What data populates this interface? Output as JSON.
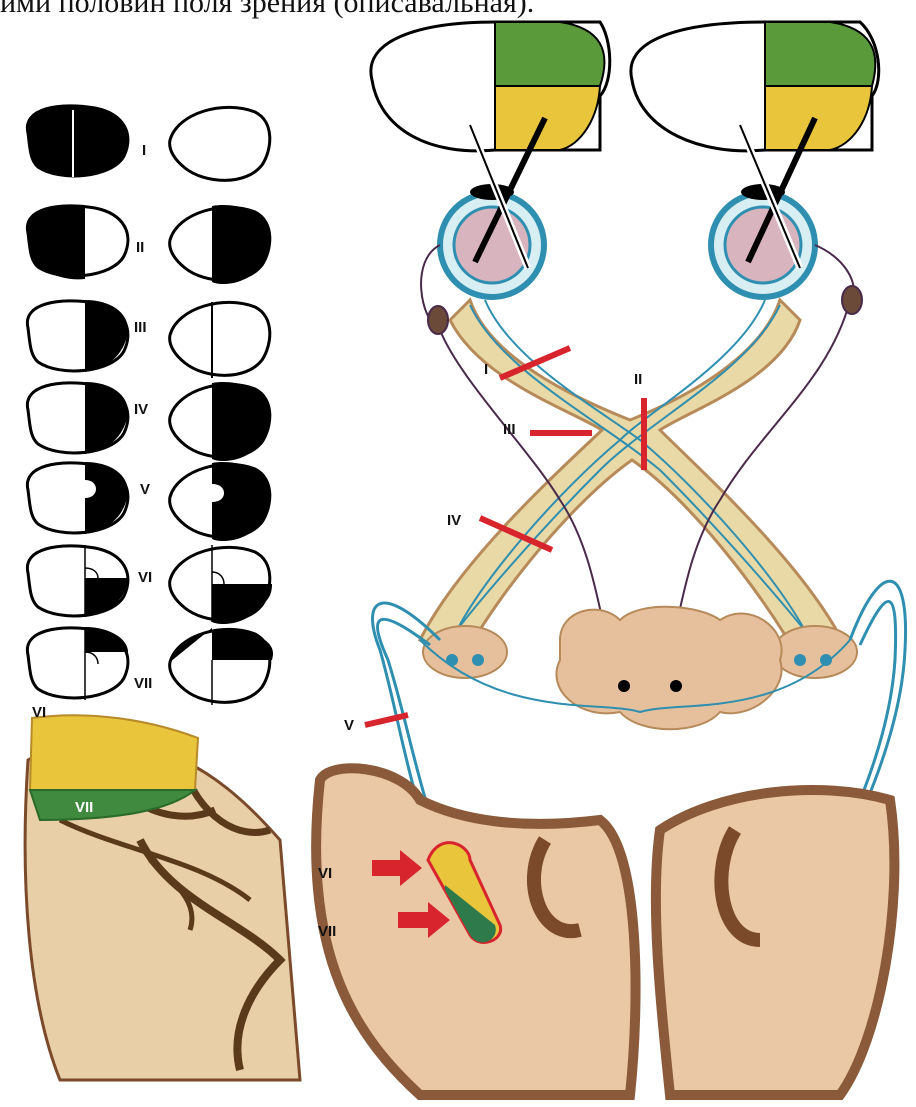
{
  "caption": "ими половин поля зрения (описавальная).",
  "field_defects": [
    {
      "id": "I",
      "label": "I"
    },
    {
      "id": "II",
      "label": "II"
    },
    {
      "id": "III",
      "label": "III"
    },
    {
      "id": "IV",
      "label": "IV"
    },
    {
      "id": "V",
      "label": "V"
    },
    {
      "id": "VI",
      "label": "VI"
    },
    {
      "id": "VII",
      "label": "VII"
    }
  ],
  "lesion_markers": {
    "I": "I",
    "II": "II",
    "III": "III",
    "IV": "IV",
    "V": "V"
  },
  "cortex_labels": {
    "vi": "VI",
    "vii": "VII"
  },
  "inset_labels": {
    "vi": "VI",
    "vii": "VII"
  },
  "colors": {
    "upper_quadrant": "#5a9a3a",
    "lower_quadrant": "#e8c53a",
    "optic_pathway": "#e9d9a6",
    "nerve_fiber": "#2f8fb0",
    "lesion": "#d8242c",
    "brain_tissue": "#eac7a5",
    "cortex_rim": "#8a5a3a"
  }
}
